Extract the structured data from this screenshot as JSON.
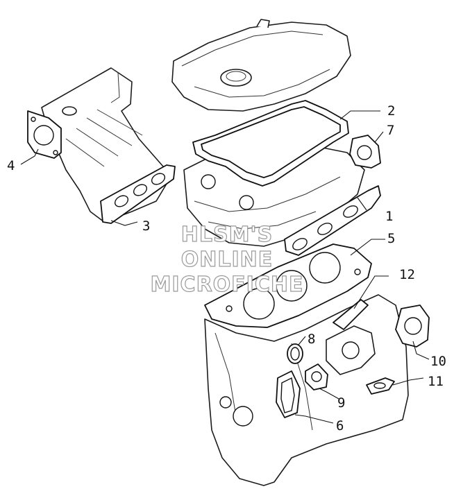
{
  "diagram": {
    "watermark": [
      "HLSM'S",
      "ONLINE",
      "MICROFICHE"
    ],
    "callouts": [
      "1",
      "2",
      "3",
      "4",
      "5",
      "6",
      "7",
      "8",
      "9",
      "10",
      "11",
      "12"
    ]
  }
}
